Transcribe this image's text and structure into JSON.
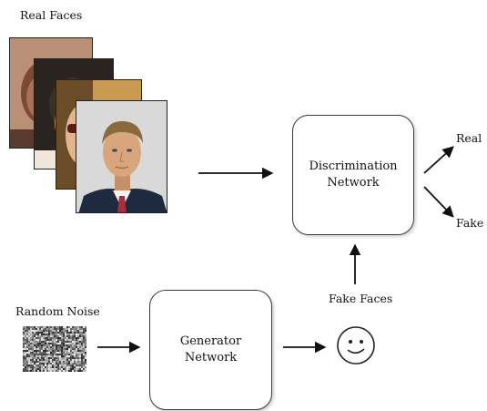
{
  "labels": {
    "real_faces": "Real Faces",
    "random_noise": "Random Noise",
    "fake_faces": "Fake Faces",
    "real_output": "Real",
    "fake_output": "Fake"
  },
  "discriminator": {
    "line1": "Discrimination",
    "line2": "Network"
  },
  "generator": {
    "line1": "Generator",
    "line2": "Network"
  },
  "colors": {
    "box_border": "#3a3a3a",
    "arrow": "#111111",
    "photo_background": "#d9d9d9",
    "skin": "#d9a57c",
    "hair": "#8a6a3c",
    "suit": "#1e2a3f",
    "tie": "#a8303a"
  }
}
